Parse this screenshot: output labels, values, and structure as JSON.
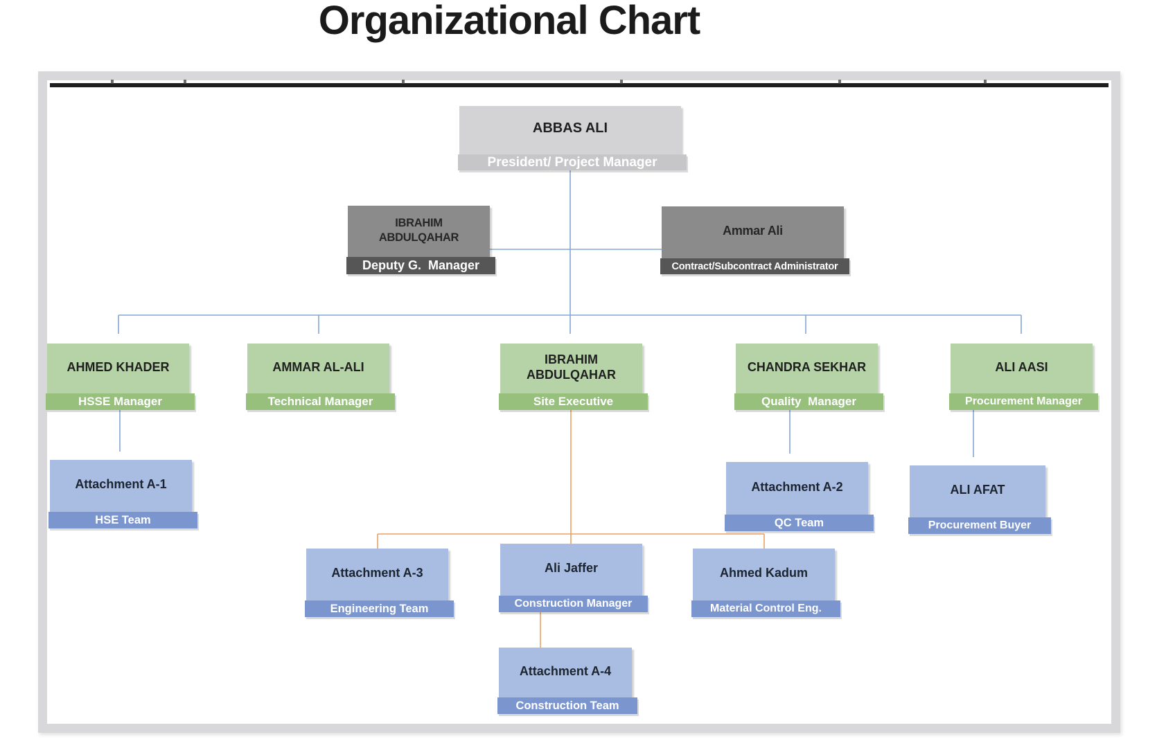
{
  "page": {
    "title": "Organizational Chart"
  },
  "org": {
    "nodes": {
      "president": {
        "name": "ABBAS ALI",
        "role": "President/ Project Manager"
      },
      "deputy_gm": {
        "name": "IBRAHIM ABDULQAHAR",
        "role": "Deputy G.  Manager"
      },
      "contract_admin": {
        "name": "Ammar Ali",
        "role": "Contract/Subcontract Administrator"
      },
      "hsse_manager": {
        "name": "AHMED KHADER",
        "role": "HSSE Manager"
      },
      "technical_manager": {
        "name": "AMMAR AL-ALI",
        "role": "Technical Manager"
      },
      "site_executive": {
        "name": "IBRAHIM ABDULQAHAR",
        "role": "Site Executive"
      },
      "quality_manager": {
        "name": "CHANDRA SEKHAR",
        "role": "Quality  Manager"
      },
      "procurement_manager": {
        "name": "ALI AASI",
        "role": "Procurement Manager"
      },
      "hse_team": {
        "name": "Attachment A-1",
        "role": "HSE Team"
      },
      "qc_team": {
        "name": "Attachment A-2",
        "role": "QC Team"
      },
      "procurement_buyer": {
        "name": "ALI AFAT",
        "role": "Procurement Buyer"
      },
      "engineering_team": {
        "name": "Attachment A-3",
        "role": "Engineering Team"
      },
      "construction_manager": {
        "name": "Ali Jaffer",
        "role": "Construction Manager"
      },
      "material_control_eng": {
        "name": "Ahmed Kadum",
        "role": "Material Control Eng."
      },
      "construction_team": {
        "name": "Attachment A-4",
        "role": "Construction Team"
      }
    },
    "edges": [
      [
        "president",
        "deputy_gm"
      ],
      [
        "president",
        "contract_admin"
      ],
      [
        "president",
        "hsse_manager"
      ],
      [
        "president",
        "technical_manager"
      ],
      [
        "president",
        "site_executive"
      ],
      [
        "president",
        "quality_manager"
      ],
      [
        "president",
        "procurement_manager"
      ],
      [
        "hsse_manager",
        "hse_team"
      ],
      [
        "quality_manager",
        "qc_team"
      ],
      [
        "procurement_manager",
        "procurement_buyer"
      ],
      [
        "site_executive",
        "engineering_team"
      ],
      [
        "site_executive",
        "construction_manager"
      ],
      [
        "site_executive",
        "material_control_eng"
      ],
      [
        "construction_manager",
        "construction_team"
      ]
    ],
    "colors": {
      "executive_box": "#d3d3d5",
      "executive_band": "#c6c6c8",
      "staff_box": "#8b8b8b",
      "staff_band": "#565656",
      "manager_box": "#b6d3a8",
      "manager_band": "#97c07c",
      "team_box": "#a9bce2",
      "team_band": "#7b95ce",
      "connector_primary": "#84a7d3",
      "connector_secondary": "#eda063",
      "frame": "#d8d8da",
      "rule_line": "#1f1f1f",
      "title_color": "#1b1b1b"
    }
  }
}
